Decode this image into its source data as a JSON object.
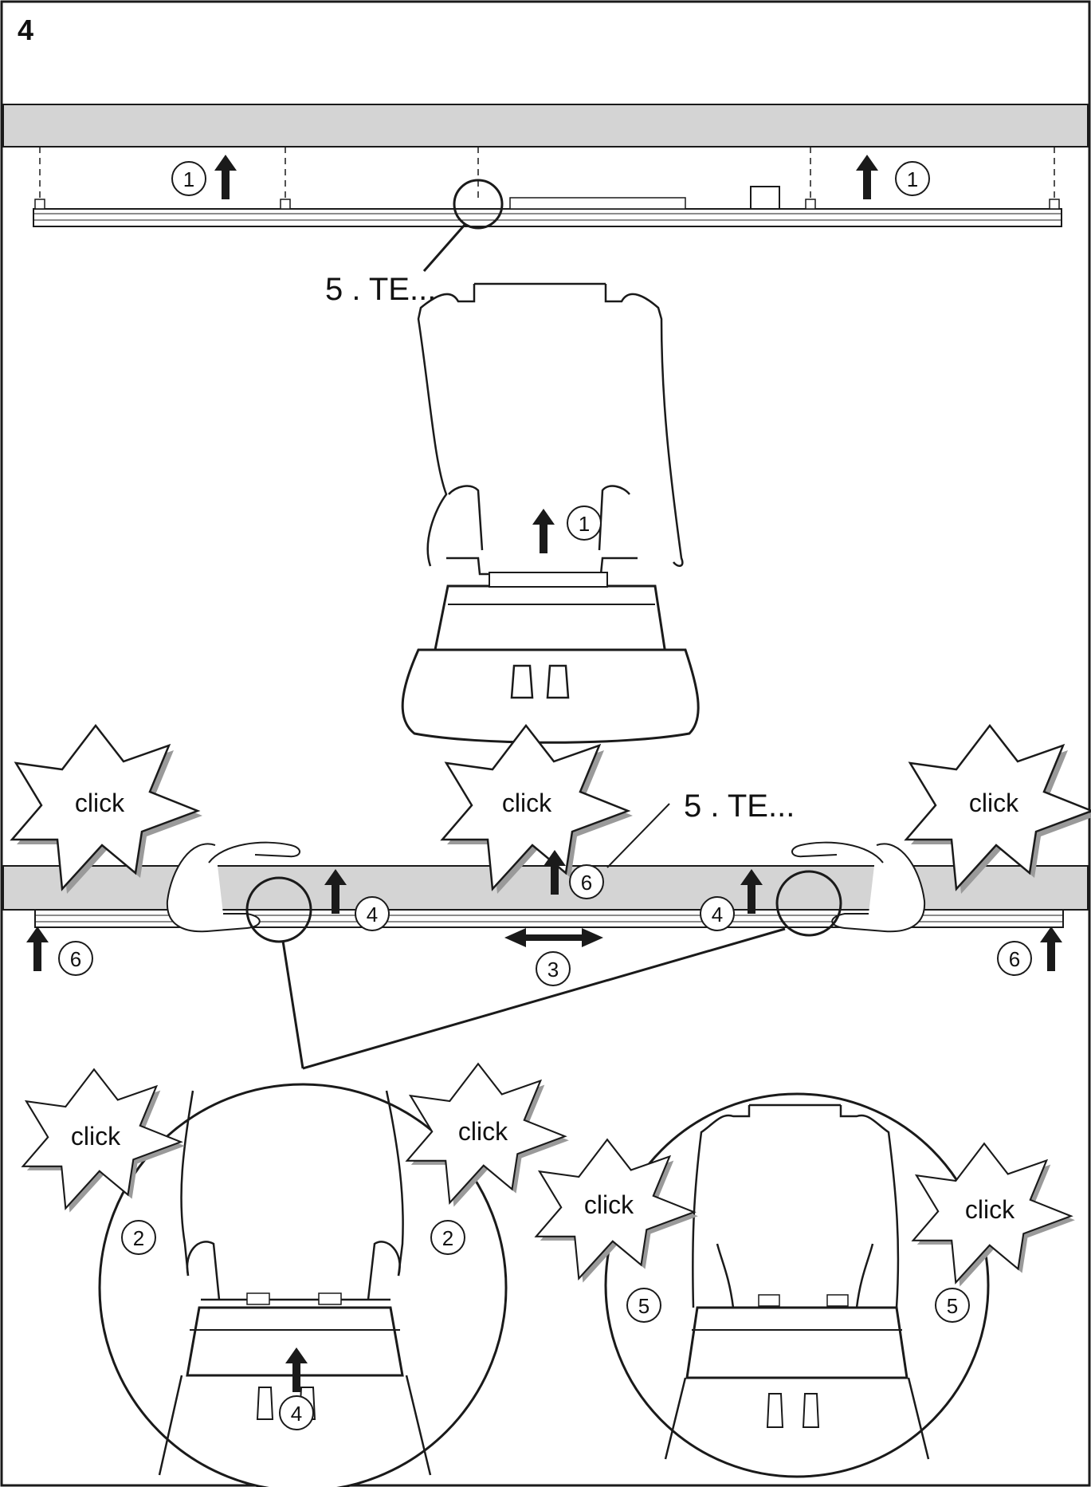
{
  "step_number": "4",
  "labels": {
    "click": "click",
    "reference_top": "5 . TE...",
    "reference_middle": "5 . TE..."
  },
  "steps": {
    "s1": "1",
    "s2": "2",
    "s3": "3",
    "s4": "4",
    "s5": "5",
    "s6": "6"
  },
  "colors": {
    "ceiling": "#d4d4d4",
    "line": "#1a1a1a",
    "background": "#ffffff",
    "arrow": "#1a1a1a"
  },
  "icons": {
    "up_arrow": "up-arrow-icon",
    "double_arrow": "left-right-arrow-icon",
    "burst": "click-burst-icon",
    "hand": "hand-icon"
  }
}
